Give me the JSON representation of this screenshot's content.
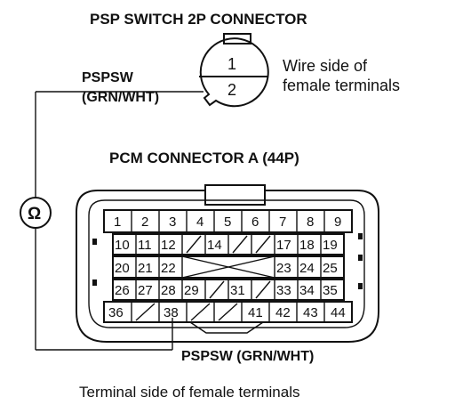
{
  "diagram": {
    "psp_connector_title": "PSP SWITCH 2P CONNECTOR",
    "psp_pins": [
      "1",
      "2"
    ],
    "psp_wire_label_line1": "PSPSW",
    "psp_wire_label_line2": "(GRN/WHT)",
    "wire_side_line1": "Wire side of",
    "wire_side_line2": "female terminals",
    "pcm_connector_title": "PCM CONNECTOR A (44P)",
    "pcm_wire_label": "PSPSW (GRN/WHT)",
    "footer_caption": "Terminal side of female terminals",
    "meter_symbol": "Ω",
    "pcm_rows": [
      [
        "1",
        "2",
        "3",
        "4",
        "5",
        "6",
        "7",
        "8",
        "9"
      ],
      [
        "10",
        "11",
        "12",
        "",
        "14",
        "",
        "",
        "17",
        "18",
        "19"
      ],
      [
        "20",
        "21",
        "22",
        "23",
        "24",
        "25"
      ],
      [
        "26",
        "27",
        "28",
        "29",
        "",
        "31",
        "",
        "33",
        "34",
        "35"
      ],
      [
        "36",
        "",
        "38",
        "",
        "",
        "41",
        "42",
        "43",
        "44"
      ]
    ]
  }
}
